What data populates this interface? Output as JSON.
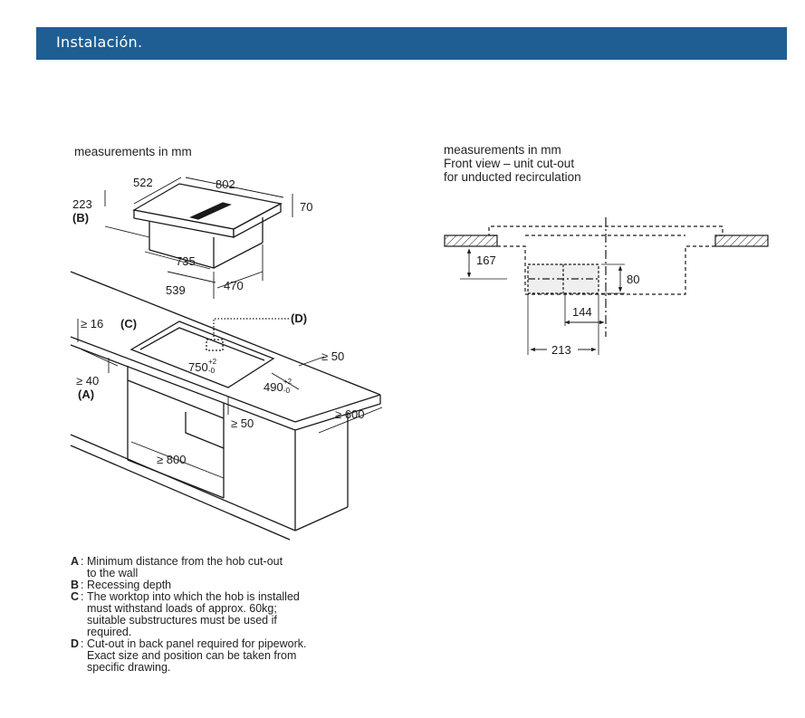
{
  "header": {
    "title": "Instalación."
  },
  "left_diagram": {
    "caption": "measurements in mm",
    "dims": {
      "hob_depth": "522",
      "hob_width": "802",
      "hob_height": "70",
      "recess_depth": "223",
      "recess_label": "(B)",
      "body_width": "735",
      "body_front": "539",
      "body_depth": "470",
      "worktop_thickness": "≥ 16",
      "worktop_label": "(C)",
      "cutout_label": "(D)",
      "cutout_width": "750",
      "cutout_width_tol_upper": "+2",
      "cutout_width_tol_lower": "-0",
      "cutout_depth": "490",
      "cutout_depth_tol_upper": "+2",
      "cutout_depth_tol_lower": "-0",
      "back_gap": "≥ 50",
      "wall_gap": "≥ 40",
      "wall_label": "(A)",
      "front_gap": "≥ 50",
      "worktop_depth": "≥ 600",
      "cabinet_width": "≥ 800"
    }
  },
  "right_diagram": {
    "caption_lines": [
      "measurements in mm",
      "Front view – unit cut-out",
      "for unducted recirculation"
    ],
    "dims": {
      "depth_below": "167",
      "duct_height": "80",
      "half_width": "144",
      "full_width": "213"
    }
  },
  "legend": [
    {
      "key": "A",
      "text": "Minimum distance from the hob cut-out\nto the wall"
    },
    {
      "key": "B",
      "text": "Recessing depth"
    },
    {
      "key": "C",
      "text": "The worktop into which the hob is installed\nmust withstand loads of approx. 60kg;\nsuitable substructures must be used if\nrequired."
    },
    {
      "key": "D",
      "text": "Cut-out in back panel required for pipework.\nExact size and position can be taken from\nspecific drawing."
    }
  ]
}
